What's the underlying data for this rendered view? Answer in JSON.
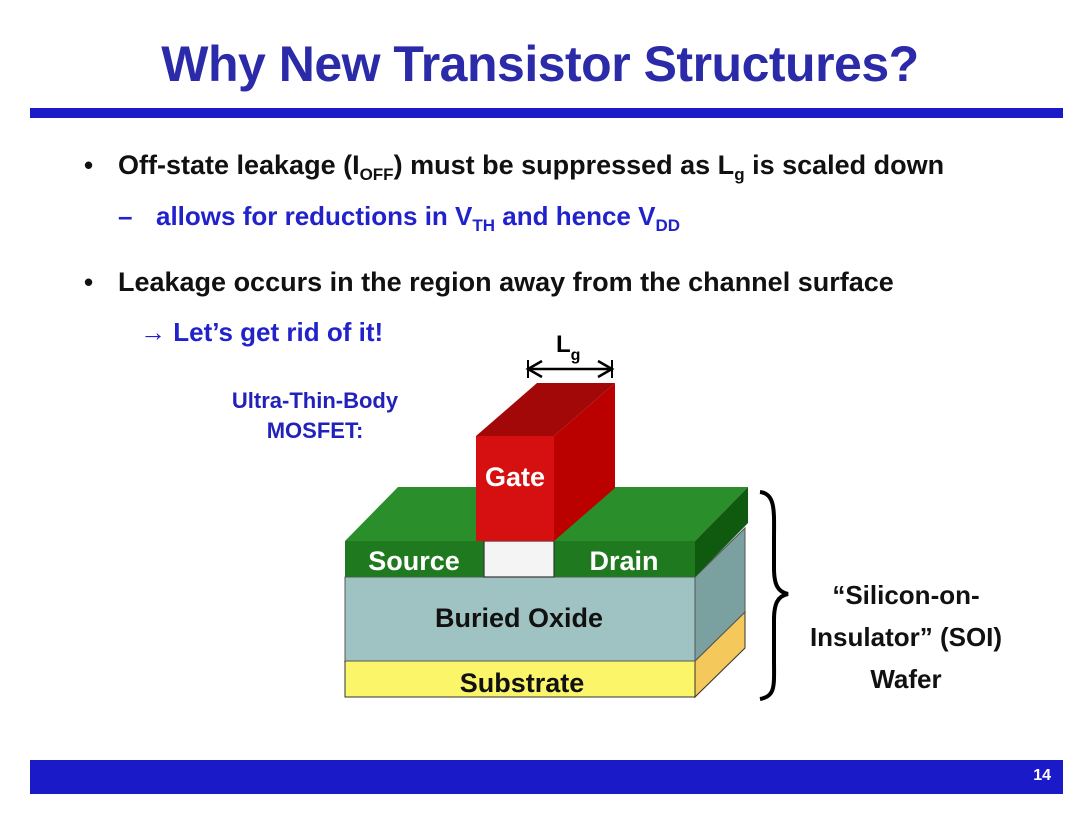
{
  "slide": {
    "title": "Why New Transistor Structures?",
    "page_number": "14"
  },
  "bullets": [
    {
      "pre": "Off-state leakage (I",
      "sub1": "OFF",
      "mid": ") must be suppressed as L",
      "sub2": "g",
      "post": " is scaled down"
    },
    {
      "text": "Leakage occurs in the region away from the channel surface"
    }
  ],
  "sub_bullet": {
    "dash": "–",
    "pre": "allows for reductions in V",
    "sub1": "TH",
    "mid": " and hence V",
    "sub2": "DD"
  },
  "arrow_note": "→ Let’s get rid of it!",
  "diagram": {
    "caption_line1": "Ultra-Thin-Body",
    "caption_line2": "MOSFET:",
    "lg_main": "L",
    "lg_sub": "g",
    "gate": "Gate",
    "source": "Source",
    "drain": "Drain",
    "buried_oxide": "Buried Oxide",
    "substrate": "Substrate",
    "wafer_line1": "“Silicon-on-",
    "wafer_line2": "Insulator” (SOI)",
    "wafer_line3": "Wafer"
  },
  "colors": {
    "title": "#2b2ba9",
    "rule": "#1a1ac8",
    "sub_text": "#2222cc",
    "gate_front": "#d61010",
    "silicon_front": "#1f7a1f",
    "oxide_front": "#9fc3c3",
    "substrate_front": "#fbf56a"
  }
}
